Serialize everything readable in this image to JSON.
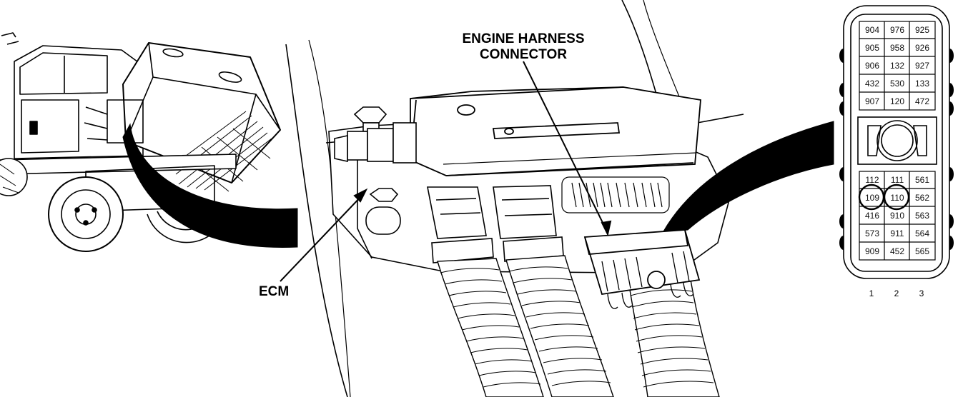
{
  "callouts": {
    "engine_harness_connector": [
      "ENGINE HARNESS",
      "CONNECTOR"
    ],
    "ecm": "ECM"
  },
  "connector_pinout": {
    "upper_rows": [
      [
        "904",
        "976",
        "925"
      ],
      [
        "905",
        "958",
        "926"
      ],
      [
        "906",
        "132",
        "927"
      ],
      [
        "432",
        "530",
        "133"
      ],
      [
        "907",
        "120",
        "472"
      ]
    ],
    "lower_rows": [
      [
        "112",
        "111",
        "561"
      ],
      [
        "109",
        "110",
        "562"
      ],
      [
        "416",
        "910",
        "563"
      ],
      [
        "573",
        "911",
        "564"
      ],
      [
        "909",
        "452",
        "565"
      ]
    ],
    "highlighted_pins": [
      "109",
      "110"
    ],
    "column_numbers": [
      "1",
      "2",
      "3"
    ]
  }
}
